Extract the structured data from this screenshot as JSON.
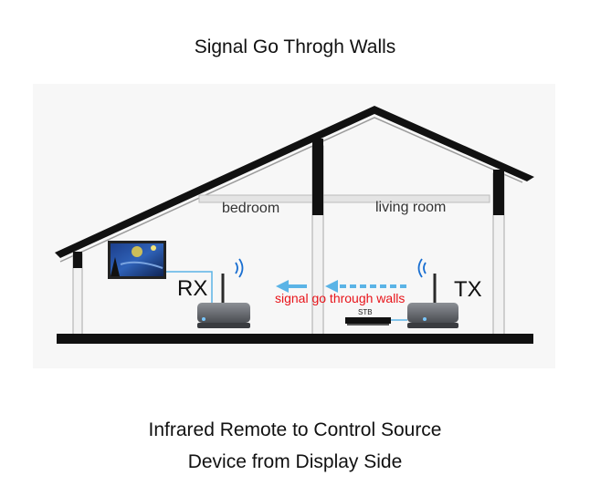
{
  "title": "Signal Go Throgh Walls",
  "rooms": {
    "left": "bedroom",
    "right": "living room"
  },
  "devices": {
    "receiver": "RX",
    "transmitter": "TX",
    "set_top_box": "STB"
  },
  "signal_label": "signal go through walls",
  "caption": {
    "line1": "Infrared Remote to Control Source",
    "line2": "Device from Display Side"
  },
  "colors": {
    "signal_text": "#e8141a",
    "arrow": "#5bb4e6",
    "cable": "#5bb4e6",
    "wifi": "#1a6fd1",
    "roof": "#111111",
    "device": "#6e7278"
  }
}
